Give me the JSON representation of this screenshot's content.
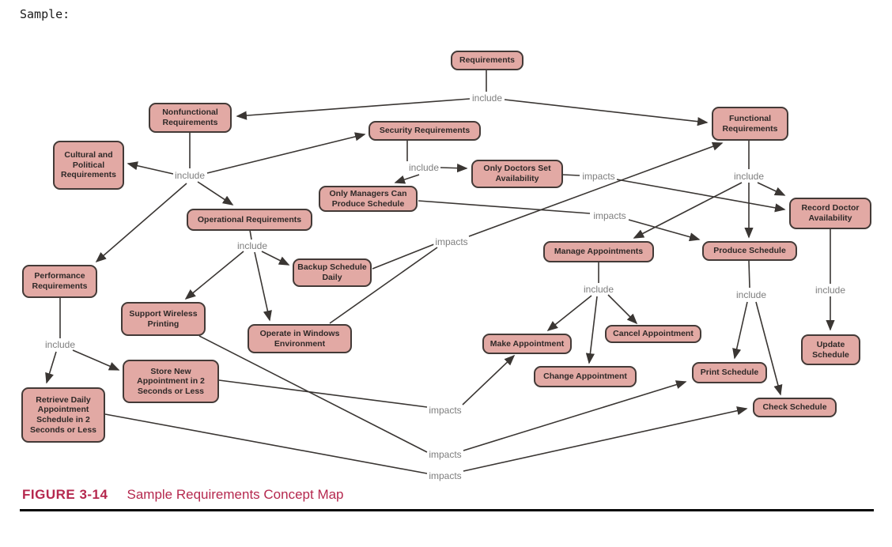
{
  "header": {
    "sample_label": "Sample:"
  },
  "caption": {
    "figure_number": "FIGURE 3-14",
    "figure_title": "Sample Requirements Concept Map"
  },
  "colors": {
    "node_fill": "#e2a9a4",
    "node_border": "#433a37",
    "node_text": "#2e2928",
    "connector_line": "#3a3633",
    "edge_label_gray": "#7e7e7e",
    "caption_red": "#b5284e",
    "rule_black": "#060606",
    "background": "#ffffff"
  },
  "diagram": {
    "nodes": [
      {
        "id": "requirements",
        "label": "Requirements"
      },
      {
        "id": "nonfunctional-requirements",
        "label": "Nonfunctional Requirements"
      },
      {
        "id": "cultural-political-requirements",
        "label": "Cultural and Political Requirements"
      },
      {
        "id": "security-requirements",
        "label": "Security Requirements"
      },
      {
        "id": "only-doctors-set-availability",
        "label": "Only Doctors Set Availability"
      },
      {
        "id": "only-managers-can-produce-schedule",
        "label": "Only Managers Can Produce Schedule"
      },
      {
        "id": "functional-requirements",
        "label": "Functional Requirements"
      },
      {
        "id": "record-doctor-availability",
        "label": "Record Doctor Availability"
      },
      {
        "id": "operational-requirements",
        "label": "Operational Requirements"
      },
      {
        "id": "performance-requirements",
        "label": "Performance Requirements"
      },
      {
        "id": "backup-schedule-daily",
        "label": "Backup Schedule Daily"
      },
      {
        "id": "manage-appointments",
        "label": "Manage Appointments"
      },
      {
        "id": "produce-schedule",
        "label": "Produce Schedule"
      },
      {
        "id": "support-wireless-printing",
        "label": "Support Wireless Printing"
      },
      {
        "id": "operate-in-windows-environment",
        "label": "Operate in Windows Environment"
      },
      {
        "id": "make-appointment",
        "label": "Make Appointment"
      },
      {
        "id": "cancel-appointment",
        "label": "Cancel Appointment"
      },
      {
        "id": "change-appointment",
        "label": "Change Appointment"
      },
      {
        "id": "print-schedule",
        "label": "Print Schedule"
      },
      {
        "id": "update-schedule",
        "label": "Update Schedule"
      },
      {
        "id": "check-schedule",
        "label": "Check Schedule"
      },
      {
        "id": "store-new-appointment",
        "label": "Store New Appointment in 2 Seconds or Less"
      },
      {
        "id": "retrieve-daily-appointment-schedule",
        "label": "Retrieve Daily Appointment Schedule in 2 Seconds or Less"
      }
    ],
    "edge_labels": [
      {
        "id": "include-requirements",
        "text": "include"
      },
      {
        "id": "include-nonfunctional",
        "text": "include"
      },
      {
        "id": "include-security",
        "text": "include"
      },
      {
        "id": "impacts-only-doctors",
        "text": "impacts"
      },
      {
        "id": "impacts-only-managers",
        "text": "impacts"
      },
      {
        "id": "include-operational",
        "text": "include"
      },
      {
        "id": "impacts-operational",
        "text": "impacts"
      },
      {
        "id": "include-functional",
        "text": "include"
      },
      {
        "id": "include-performance",
        "text": "include"
      },
      {
        "id": "include-manage",
        "text": "include"
      },
      {
        "id": "include-produce",
        "text": "include"
      },
      {
        "id": "include-record",
        "text": "include"
      },
      {
        "id": "impacts-store-new",
        "text": "impacts"
      },
      {
        "id": "impacts-support-wireless",
        "text": "impacts"
      },
      {
        "id": "impacts-retrieve-daily",
        "text": "impacts"
      }
    ],
    "edges": [
      {
        "from": "Requirements",
        "to": "Nonfunctional Requirements",
        "label": "include"
      },
      {
        "from": "Requirements",
        "to": "Functional Requirements",
        "label": "include"
      },
      {
        "from": "Nonfunctional Requirements",
        "to": "Cultural and Political Requirements",
        "label": "include"
      },
      {
        "from": "Nonfunctional Requirements",
        "to": "Security Requirements",
        "label": "include"
      },
      {
        "from": "Nonfunctional Requirements",
        "to": "Operational Requirements",
        "label": "include"
      },
      {
        "from": "Nonfunctional Requirements",
        "to": "Performance Requirements",
        "label": "include"
      },
      {
        "from": "Security Requirements",
        "to": "Only Doctors Set Availability",
        "label": "include"
      },
      {
        "from": "Security Requirements",
        "to": "Only Managers Can Produce Schedule",
        "label": "include"
      },
      {
        "from": "Only Doctors Set Availability",
        "to": "Record Doctor Availability",
        "label": "impacts"
      },
      {
        "from": "Only Managers Can Produce Schedule",
        "to": "Produce Schedule",
        "label": "impacts"
      },
      {
        "from": "Operational Requirements",
        "to": "Backup Schedule Daily",
        "label": "include"
      },
      {
        "from": "Operational Requirements",
        "to": "Support Wireless Printing",
        "label": "include"
      },
      {
        "from": "Operational Requirements",
        "to": "Operate in Windows Environment",
        "label": "include"
      },
      {
        "from": "Backup Schedule Daily",
        "to": "Functional Requirements",
        "label": "impacts"
      },
      {
        "from": "Operate in Windows Environment",
        "to": "Functional Requirements",
        "label": "impacts"
      },
      {
        "from": "Functional Requirements",
        "to": "Manage Appointments",
        "label": "include"
      },
      {
        "from": "Functional Requirements",
        "to": "Produce Schedule",
        "label": "include"
      },
      {
        "from": "Functional Requirements",
        "to": "Record Doctor Availability",
        "label": "include"
      },
      {
        "from": "Performance Requirements",
        "to": "Retrieve Daily Appointment Schedule in 2 Seconds or Less",
        "label": "include"
      },
      {
        "from": "Performance Requirements",
        "to": "Store New Appointment in 2 Seconds or Less",
        "label": "include"
      },
      {
        "from": "Manage Appointments",
        "to": "Make Appointment",
        "label": "include"
      },
      {
        "from": "Manage Appointments",
        "to": "Change Appointment",
        "label": "include"
      },
      {
        "from": "Manage Appointments",
        "to": "Cancel Appointment",
        "label": "include"
      },
      {
        "from": "Produce Schedule",
        "to": "Print Schedule",
        "label": "include"
      },
      {
        "from": "Produce Schedule",
        "to": "Check Schedule",
        "label": "include"
      },
      {
        "from": "Record Doctor Availability",
        "to": "Update Schedule",
        "label": "include"
      },
      {
        "from": "Store New Appointment in 2 Seconds or Less",
        "to": "Make Appointment",
        "label": "impacts"
      },
      {
        "from": "Support Wireless Printing",
        "to": "Print Schedule",
        "label": "impacts"
      },
      {
        "from": "Retrieve Daily Appointment Schedule in 2 Seconds or Less",
        "to": "Check Schedule",
        "label": "impacts"
      }
    ]
  }
}
